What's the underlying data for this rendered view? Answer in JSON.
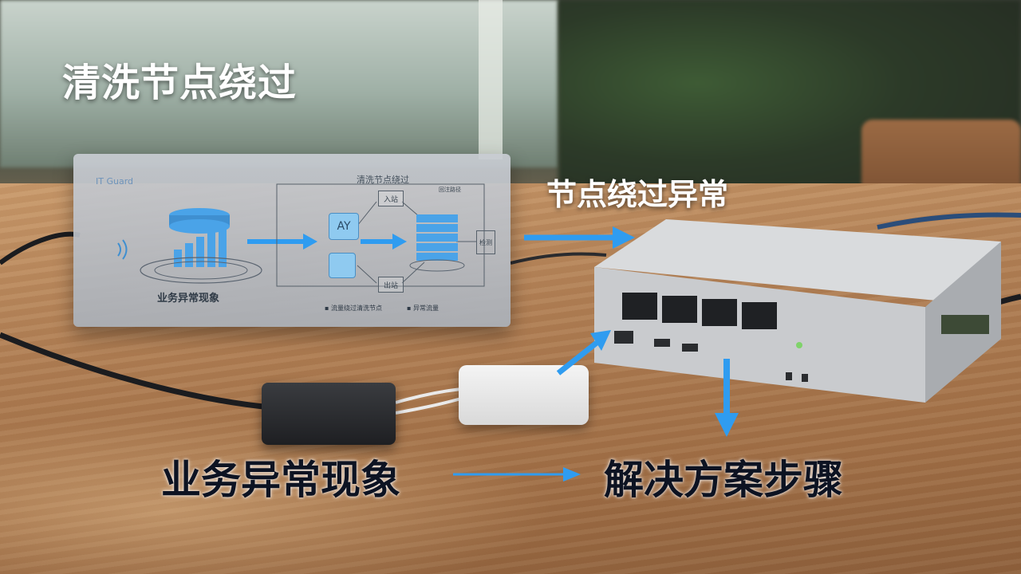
{
  "title": "清洗节点绕过",
  "labels": {
    "bypass_anomaly": "节点绕过异常",
    "business_symptom": "业务异常现象",
    "solution_steps": "解决方案步骤"
  },
  "panel": {
    "brand": "IT Guard",
    "diagram_title": "清洗节点绕过",
    "label": "业务异常现象",
    "node_ay": "AY",
    "node_top": "入站",
    "node_bottom": "出站",
    "node_right": "检测",
    "node_top_right": "回注路径",
    "legend_1": "▪ 流量绕过清洗节点",
    "legend_2": "▪ 异常流量"
  },
  "colors": {
    "arrow_blue": "#2f9cf0",
    "text_white": "#ffffff",
    "text_dark": "#0d1322"
  }
}
